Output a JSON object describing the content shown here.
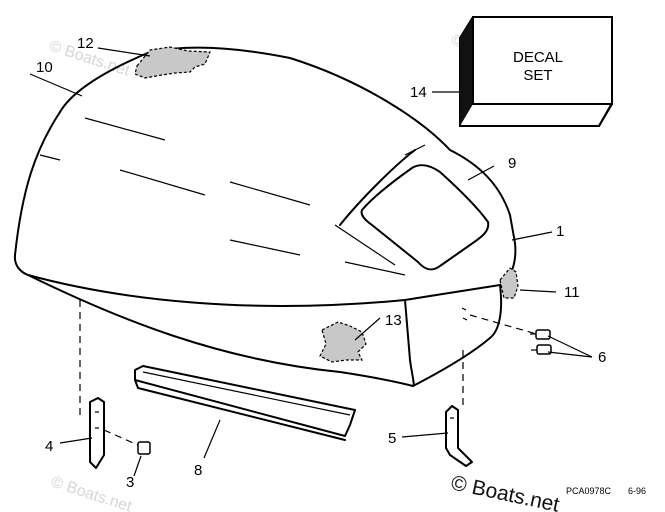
{
  "callouts": {
    "c1": "1",
    "c3": "3",
    "c4": "4",
    "c5": "5",
    "c6": "6",
    "c8": "8",
    "c9": "9",
    "c10": "10",
    "c11": "11",
    "c12": "12",
    "c13": "13",
    "c14": "14"
  },
  "decal_box": {
    "line1": "DECAL",
    "line2": "SET"
  },
  "footer": {
    "part_code": "PCA0978C",
    "date_code": "6-96"
  },
  "watermark": {
    "text": "© Boats.net"
  }
}
